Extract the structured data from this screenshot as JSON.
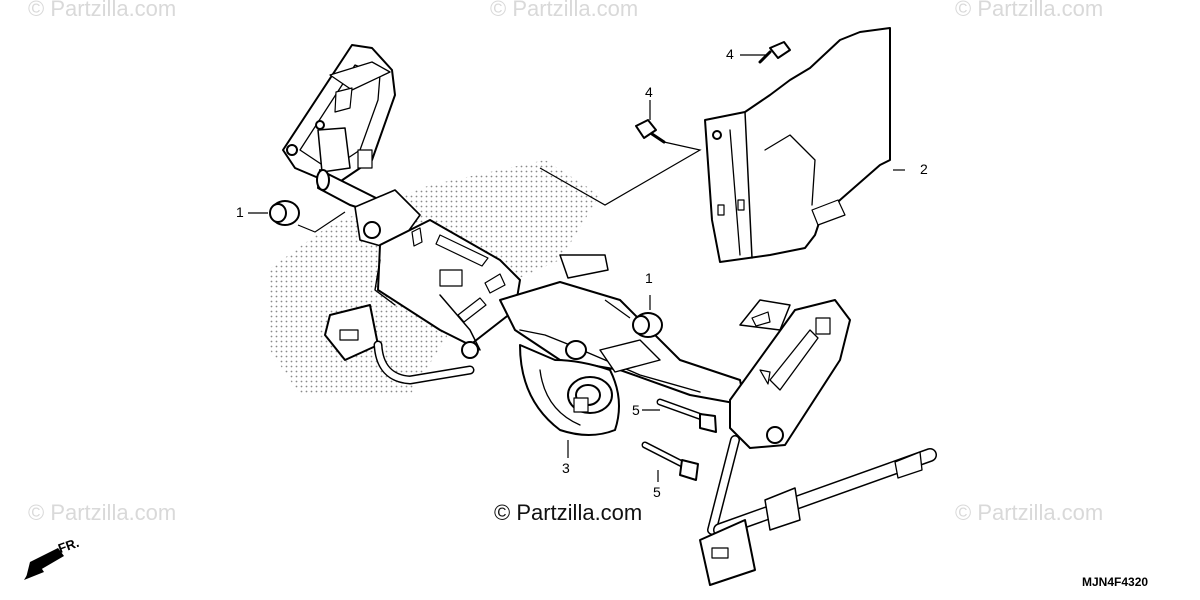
{
  "watermarks": {
    "top_left": "© Partzilla.com",
    "top_center": "© Partzilla.com",
    "top_right": "© Partzilla.com",
    "bottom_left": "© Partzilla.com",
    "bottom_right": "© Partzilla.com",
    "center": "© Partzilla.com"
  },
  "callouts": {
    "rubber_left": "1",
    "rubber_right": "1",
    "cover": "2",
    "stay": "3",
    "screw_top": "4",
    "screw_mid": "4",
    "bolt_upper": "5",
    "bolt_lower": "5"
  },
  "direction_label": "FR.",
  "diagram_code": "MJN4F4320",
  "colors": {
    "line": "#000000",
    "watermark": "#d9d9d9",
    "stipple": "#9a9a9a"
  }
}
